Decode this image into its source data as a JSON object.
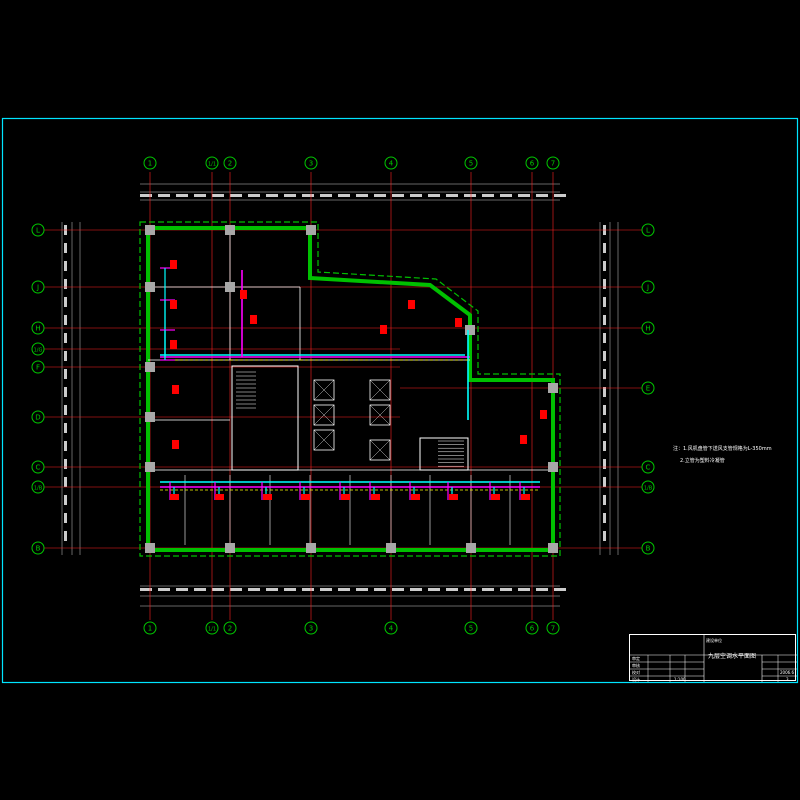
{
  "drawing": {
    "background": "#000000",
    "frame_color": "#00e5ff",
    "axis_color": "#ff2020",
    "wall_color": "#00c000",
    "column_color": "#a8a8a8",
    "pipe_colors": [
      "#ff00ff",
      "#00ffff",
      "#ffff00",
      "#ff0000"
    ],
    "axis_bubble_color": "#00c800"
  },
  "axes": {
    "top": [
      "1",
      "1/1",
      "2",
      "3",
      "4",
      "5",
      "6",
      "7"
    ],
    "bottom": [
      "1",
      "1/1",
      "2",
      "3",
      "4",
      "5",
      "6",
      "7"
    ],
    "left": [
      "L",
      "J",
      "H",
      "1/G",
      "F",
      "D",
      "C",
      "1/B",
      "B"
    ],
    "right": [
      "L",
      "J",
      "H",
      "E",
      "C",
      "1/B",
      "B"
    ]
  },
  "notes": {
    "line1": "注：1.风机盘管下送风支管规格为L-350mm",
    "line2": "2.立管为塑料冷凝管"
  },
  "title_block": {
    "title": "九层空调水平面图",
    "date": "2006.6",
    "sheet": "3",
    "scale": "1:100",
    "row_labels": [
      "审定",
      "审核",
      "校对",
      "设计"
    ],
    "project_label": "建设单位"
  }
}
